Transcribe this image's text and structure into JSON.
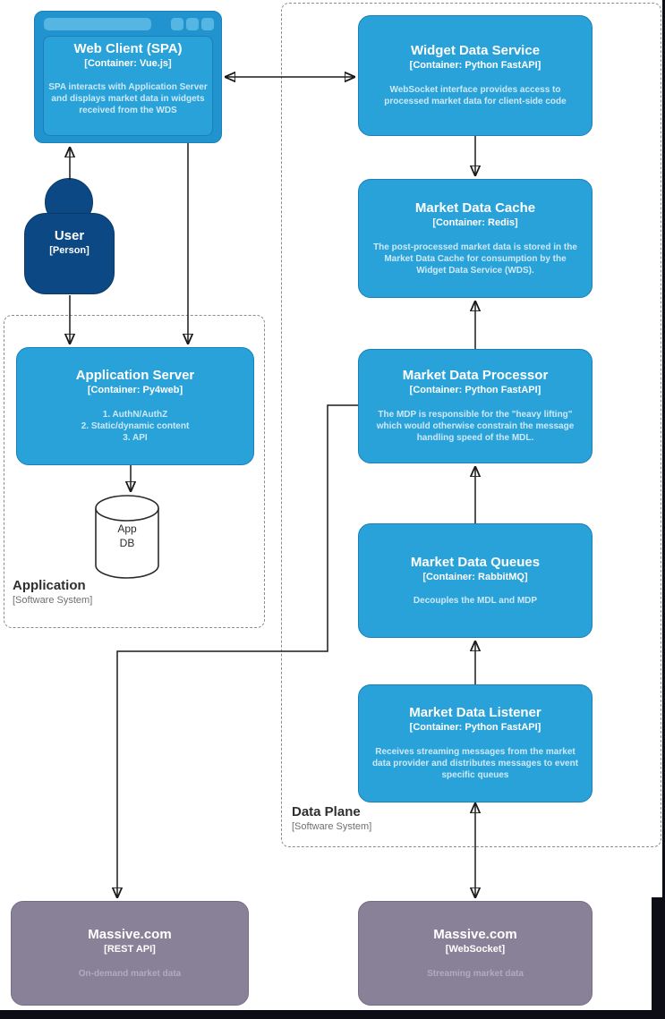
{
  "colors": {
    "container_fill": "#29A2D9",
    "container_border": "#1B7FB8",
    "browser_frame": "#2193CE",
    "browser_chrome_light": "#55B5E3",
    "person_fill": "#0B4884",
    "external_fill": "#898197",
    "boundary_border": "#8C8C8C",
    "arrow": "#1A1A1A"
  },
  "boundaries": {
    "application": {
      "title": "Application",
      "subtitle": "[Software System]"
    },
    "data_plane": {
      "title": "Data Plane",
      "subtitle": "[Software System]"
    }
  },
  "nodes": {
    "web_client": {
      "title": "Web Client (SPA)",
      "subtitle": "[Container: Vue.js]",
      "description": "SPA interacts with Application Server\nand displays market data in widgets\nreceived from the WDS"
    },
    "user": {
      "title": "User",
      "subtitle": "[Person]"
    },
    "application_server": {
      "title": "Application Server",
      "subtitle": "[Container: Py4web]",
      "description": "1. AuthN/AuthZ\n2. Static/dynamic content\n3. API"
    },
    "app_db": {
      "label": "App\nDB"
    },
    "widget_data_service": {
      "title": "Widget Data Service",
      "subtitle": "[Container: Python FastAPI]",
      "description": "WebSocket interface provides access to\nprocessed market data for client-side code"
    },
    "market_data_cache": {
      "title": "Market Data Cache",
      "subtitle": "[Container: Redis]",
      "description": "The post-processed market data is stored in the\nMarket Data Cache for consumption by the\nWidget Data Service (WDS)."
    },
    "market_data_processor": {
      "title": "Market Data Processor",
      "subtitle": "[Container: Python FastAPI]",
      "description": "The MDP is responsible for the \"heavy lifting\"\nwhich would otherwise constrain the message\nhandling speed of the MDL."
    },
    "market_data_queues": {
      "title": "Market Data Queues",
      "subtitle": "[Container: RabbitMQ]",
      "description": "Decouples the MDL and MDP"
    },
    "market_data_listener": {
      "title": "Market Data Listener",
      "subtitle": "[Container: Python FastAPI]",
      "description": "Receives streaming messages from the market\ndata provider and distributes messages to event\nspecific queues"
    },
    "massive_rest": {
      "title": "Massive.com",
      "subtitle": "[REST API]",
      "description": "On-demand market data"
    },
    "massive_ws": {
      "title": "Massive.com",
      "subtitle": "[WebSocket]",
      "description": "Streaming market data"
    }
  }
}
